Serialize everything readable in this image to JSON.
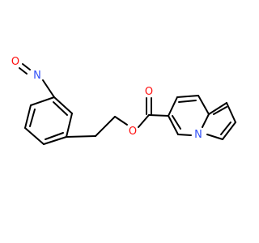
{
  "molecule": {
    "atoms": {
      "nitroso_o": {
        "symbol": "O",
        "color": "#ff0d0d"
      },
      "nitroso_n": {
        "symbol": "N",
        "color": "#3050f8"
      },
      "carbonyl_o": {
        "symbol": "O",
        "color": "#ff0d0d"
      },
      "ester_o": {
        "symbol": "O",
        "color": "#ff0d0d"
      },
      "ring_n": {
        "symbol": "N",
        "color": "#3050f8"
      }
    },
    "bond_color": "#000000"
  }
}
